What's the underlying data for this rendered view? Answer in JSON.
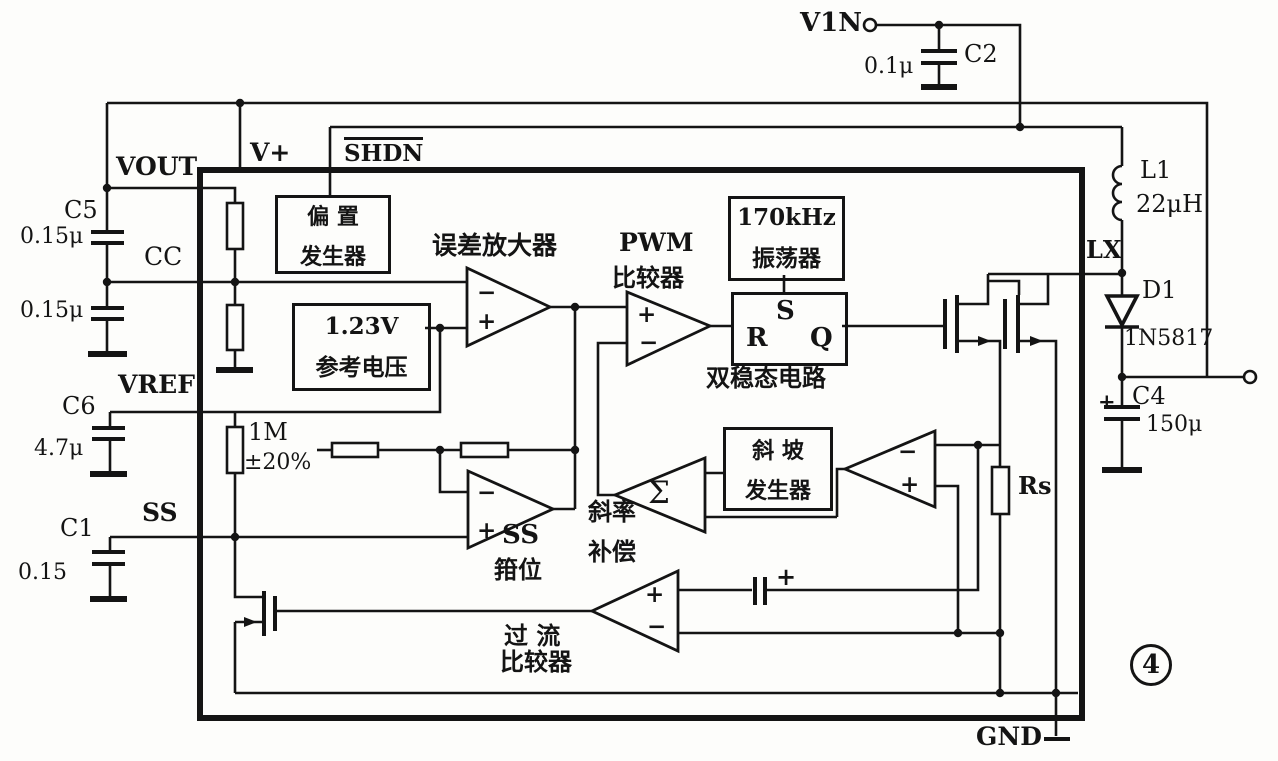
{
  "figure_label": "4",
  "pins": {
    "vin": "V1N",
    "vout": "VOUT",
    "vplus": "V+",
    "shdn": "SHDN",
    "cc": "CC",
    "vref": "VREF",
    "ss": "SS",
    "lx": "LX",
    "gnd": "GND"
  },
  "components": {
    "c2": {
      "name": "C2",
      "value": "0.1μ"
    },
    "c5": {
      "name": "C5",
      "value": "0.15μ"
    },
    "cc_cap": {
      "value": "0.15μ"
    },
    "c6": {
      "name": "C6",
      "value": "4.7μ"
    },
    "c1": {
      "name": "C1",
      "value": "0.15"
    },
    "r_feedback": {
      "value": "1M",
      "tolerance": "±20%"
    },
    "l1": {
      "name": "L1",
      "value": "22μH"
    },
    "d1": {
      "name": "D1",
      "value": "1N5817"
    },
    "c4": {
      "name": "C4",
      "value": "150μ",
      "polarity": "+"
    },
    "rs": {
      "name": "Rs"
    },
    "oc_cap": {
      "polarity": "+"
    }
  },
  "blocks": {
    "bias_generator": {
      "line1": "偏 置",
      "line2": "发生器"
    },
    "error_amp": {
      "label": "误差放大器",
      "minus": "−",
      "plus": "+"
    },
    "pwm_comparator": {
      "line1": "PWM",
      "line2": "比较器",
      "plus": "+",
      "minus": "−"
    },
    "oscillator": {
      "line1": "170kHz",
      "line2": "振荡器"
    },
    "reference": {
      "line1": "1.23V",
      "line2": "参考电压"
    },
    "bistable": {
      "s": "S",
      "r": "R",
      "q": "Q",
      "label": "双稳态电路"
    },
    "ramp_generator": {
      "line1": "斜 坡",
      "line2": "发生器"
    },
    "slope_comp": {
      "line1": "斜率",
      "line2": "补偿",
      "sigma": "Σ"
    },
    "ss_clamp": {
      "line1": "SS",
      "line2": "箝位",
      "minus": "−",
      "plus": "+"
    },
    "oc_comparator": {
      "line1": "过 流",
      "line2": "比较器",
      "plus": "+",
      "minus": "−"
    },
    "sense_amp": {
      "minus": "−",
      "plus": "+"
    }
  }
}
